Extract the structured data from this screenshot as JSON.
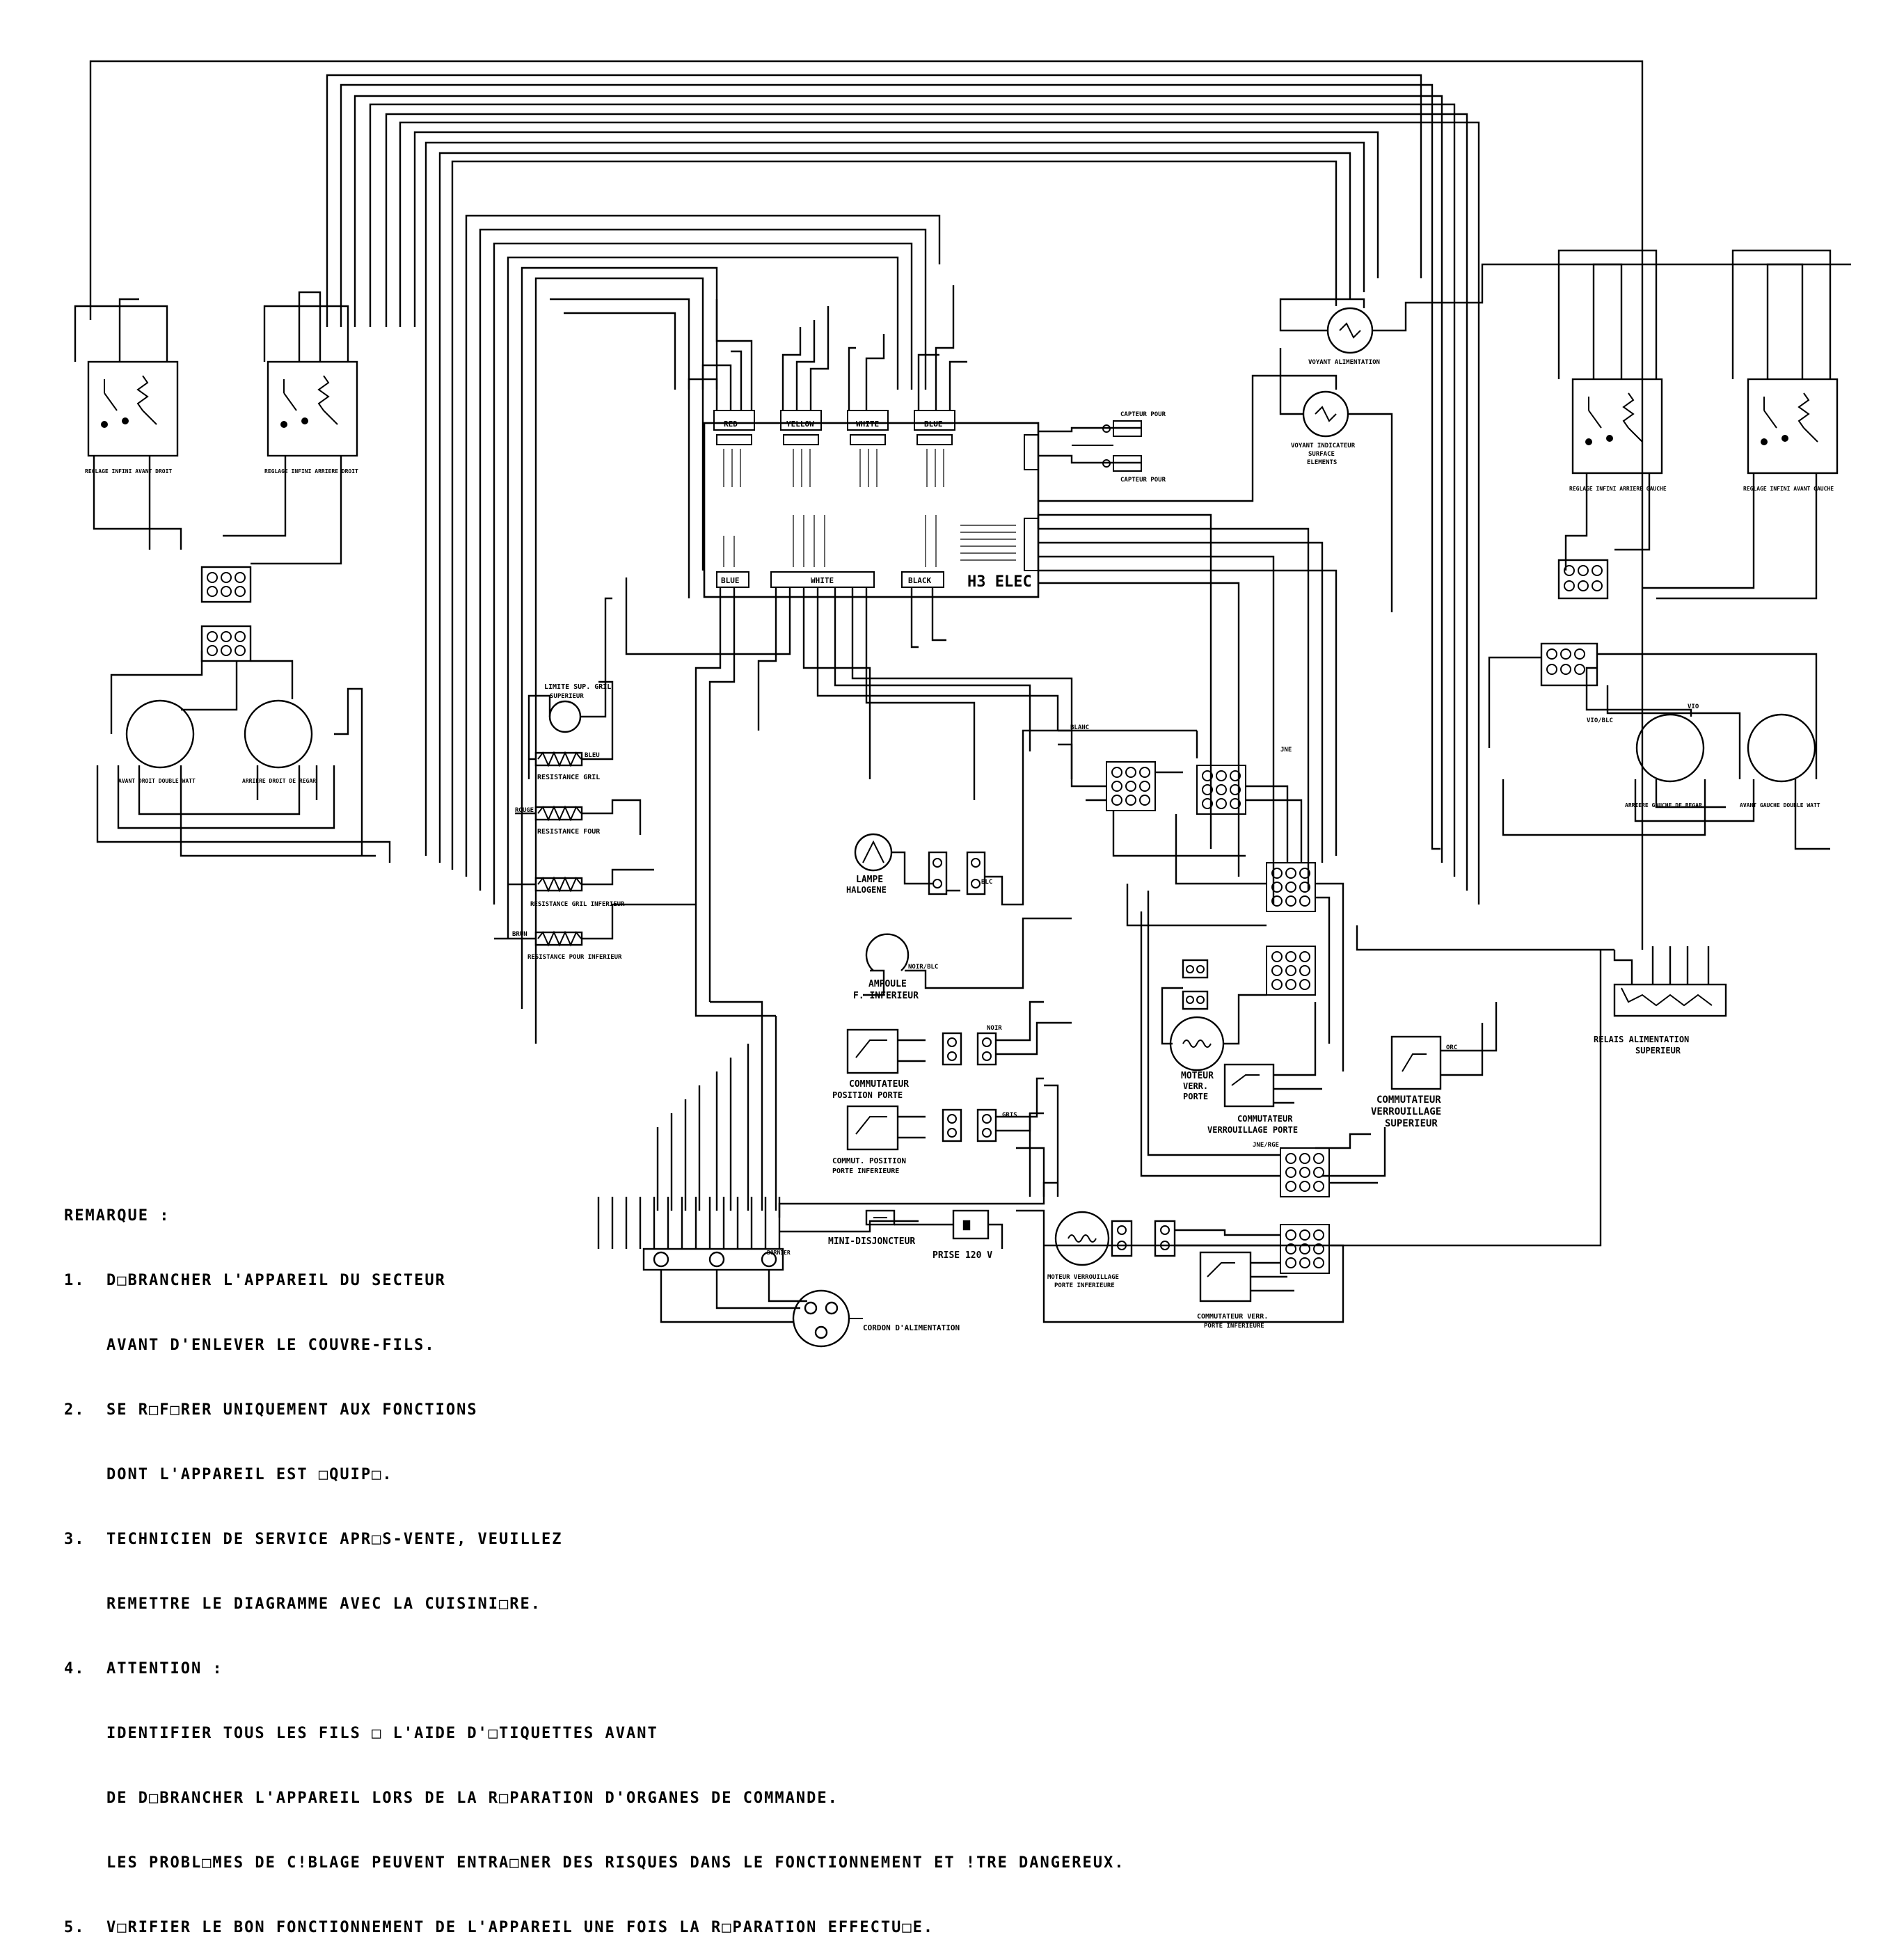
{
  "control": {
    "title": "H3 ELEC",
    "connectors": [
      "RED",
      "YELLOW",
      "WHITE",
      "BLUE"
    ],
    "lower_connectors": [
      "BLUE",
      "WHITE",
      "BLACK"
    ]
  },
  "components": {
    "sensor_top": "CAPTEUR POUR",
    "sensor_bottom": "CAPTEUR POUR",
    "limit": "LIMITE SUP. GRIL",
    "limit_sub": "SUPERIEUR",
    "res_gril": "RESISTANCE GRIL",
    "res_four": "RESISTANCE FOUR",
    "res_gril_inf": "RESISTANCE GRIL INFERIEUR",
    "res_four_inf": "RESISTANCE POUR INFERIEUR",
    "lampe": "LAMPE",
    "lampe_sub": "HALOGENE",
    "ampoule": "AMPOULE",
    "ampoule_sub": "F. INFERIEUR",
    "comm_porte": "COMMUTATEUR",
    "comm_porte_sub": "POSITION PORTE",
    "comm_porte_inf": "COMMUT. POSITION",
    "comm_porte_inf_sub": "PORTE INFERIEURE",
    "moteur": "MOTEUR",
    "moteur_sub": "VERR.",
    "moteur_sub2": "PORTE",
    "comm_verr": "COMMUTATEUR",
    "comm_verr_sub": "VERROUILLAGE PORTE",
    "comm_verr_sup": "COMMUTATEUR",
    "comm_verr_sup_sub": "VERROUILLAGE",
    "comm_verr_sup_sub2": "SUPERIEUR",
    "relais": "RELAIS ALIMENTATION",
    "relais_sub": "SUPERIEUR",
    "voyant": "VOYANT ALIMENTATION",
    "voyant_surface": "VOYANT INDICATEUR",
    "voyant_surface_sub": "SURFACE",
    "voyant_surface_sub2": "ELEMENTS",
    "moteur_inf": "MOTEUR VERROUILLAGE",
    "moteur_inf_sub": "PORTE INFERIEURE",
    "comm_verr_inf": "COMMUTATEUR VERR.",
    "comm_verr_inf_sub": "PORTE INFERIEURE",
    "disjoncteur": "MINI-DISJONCTEUR",
    "prise": "PRISE 120 V",
    "cordon": "CORDON D'ALIMENTATION",
    "bornier": "BORNIER",
    "reglage_af": "REGLAGE INFINI AVANT DROIT",
    "reglage_ar": "REGLAGE INFINI ARRIERE DROIT",
    "reglage_ag": "REGLAGE INFINI ARRIERE GAUCHE",
    "reglage_avg": "REGLAGE INFINI AVANT GAUCHE",
    "elem_ad": "AVANT DROIT DOUBLE WATT",
    "elem_ard": "ARRIERE DROIT DE REGAR",
    "elem_arg": "ARRIERE GAUCHE DE REGAR",
    "elem_avg": "AVANT GAUCHE DOUBLE WATT"
  },
  "wires": {
    "noir": "NOIR",
    "bleu": "BLEU",
    "rouge": "ROUGE",
    "blanc": "BLANC",
    "blc": "BLC",
    "vio": "VIO",
    "jne": "JNE",
    "orc": "ORC",
    "gris": "GRIS",
    "noir_blc": "NOIR/BLC",
    "jne_rge": "JNE/RGE",
    "vio_blc": "VIO/BLC",
    "brun": "BRUN"
  },
  "notes": [
    "REMARQUE :",
    "1.  D□BRANCHER L'APPAREIL DU SECTEUR",
    "    AVANT D'ENLEVER LE COUVRE-FILS.",
    "2.  SE R□F□RER UNIQUEMENT AUX FONCTIONS",
    "    DONT L'APPAREIL EST □QUIP□.",
    "3.  TECHNICIEN DE SERVICE APR□S-VENTE, VEUILLEZ",
    "    REMETTRE LE DIAGRAMME AVEC LA CUISINI□RE.",
    "4.  ATTENTION :",
    "    IDENTIFIER TOUS LES FILS □ L'AIDE D'□TIQUETTES AVANT",
    "    DE D□BRANCHER L'APPAREIL LORS DE LA R□PARATION D'ORGANES DE COMMANDE.",
    "    LES PROBL□MES DE C!BLAGE PEUVENT ENTRA□NER DES RISQUES DANS LE FONCTIONNEMENT ET !TRE DANGEREUX.",
    "5.  V□RIFIER LE BON FONCTIONNEMENT DE L'APPAREIL UNE FOIS LA R□PARATION EFFECTU□E."
  ]
}
